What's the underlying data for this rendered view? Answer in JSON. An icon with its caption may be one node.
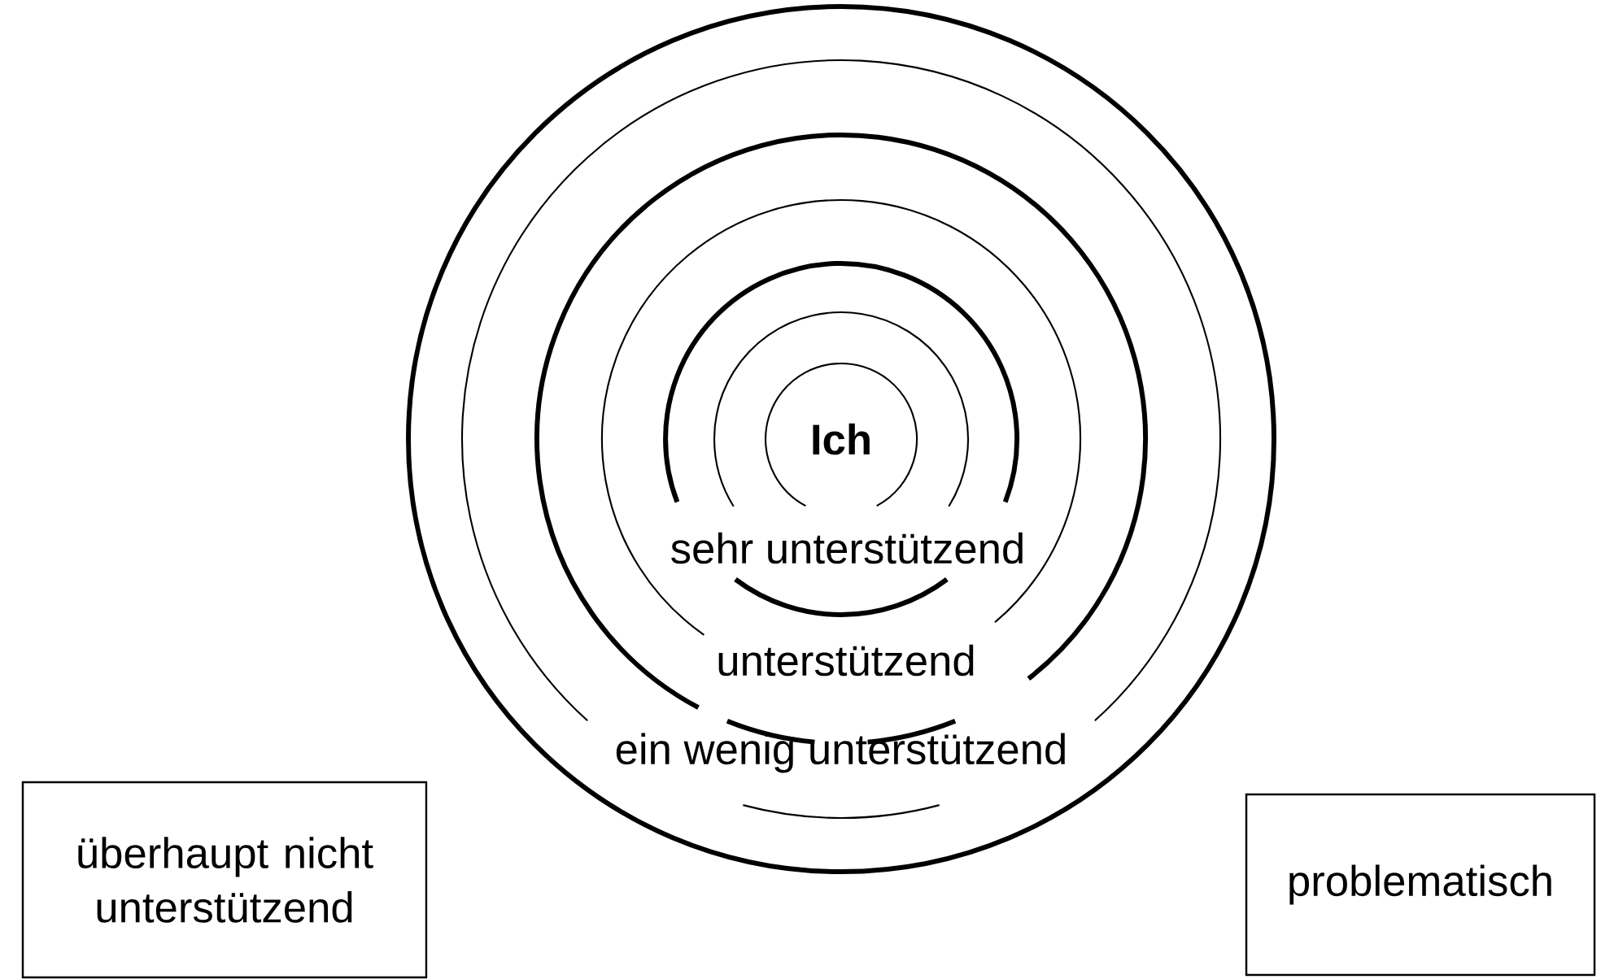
{
  "diagram": {
    "nodes": [
      {
        "text": [
          "Ich"
        ]
      },
      {
        "text": [
          "überhaupt nicht unterstützend"
        ]
      },
      {
        "text": [
          "problematisch"
        ]
      }
    ],
    "labels": [
      "sehr unterstützend",
      "unterstützend",
      "ein wenig unterstützend"
    ]
  }
}
